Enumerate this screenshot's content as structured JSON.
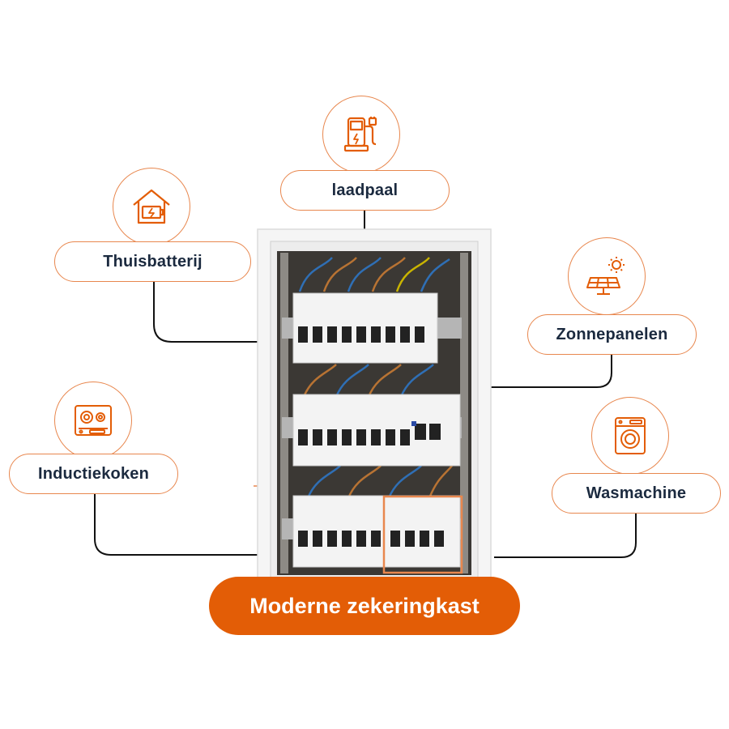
{
  "colors": {
    "accent": "#e35d06",
    "outline": "#e8874e",
    "label_text": "#1b2a3f",
    "connector": "#111111"
  },
  "center": {
    "title": "Moderne zekeringkast",
    "image": "fuse-box-photo"
  },
  "devices": [
    {
      "id": "laadpaal",
      "label": "laadpaal",
      "icon": "ev-charger-icon"
    },
    {
      "id": "thuisbatterij",
      "label": "Thuisbatterij",
      "icon": "home-battery-icon"
    },
    {
      "id": "zonnepanelen",
      "label": "Zonnepanelen",
      "icon": "solar-panel-icon"
    },
    {
      "id": "inductiekoken",
      "label": "Inductiekoken",
      "icon": "induction-cooktop-icon"
    },
    {
      "id": "wasmachine",
      "label": "Wasmachine",
      "icon": "washing-machine-icon"
    }
  ]
}
